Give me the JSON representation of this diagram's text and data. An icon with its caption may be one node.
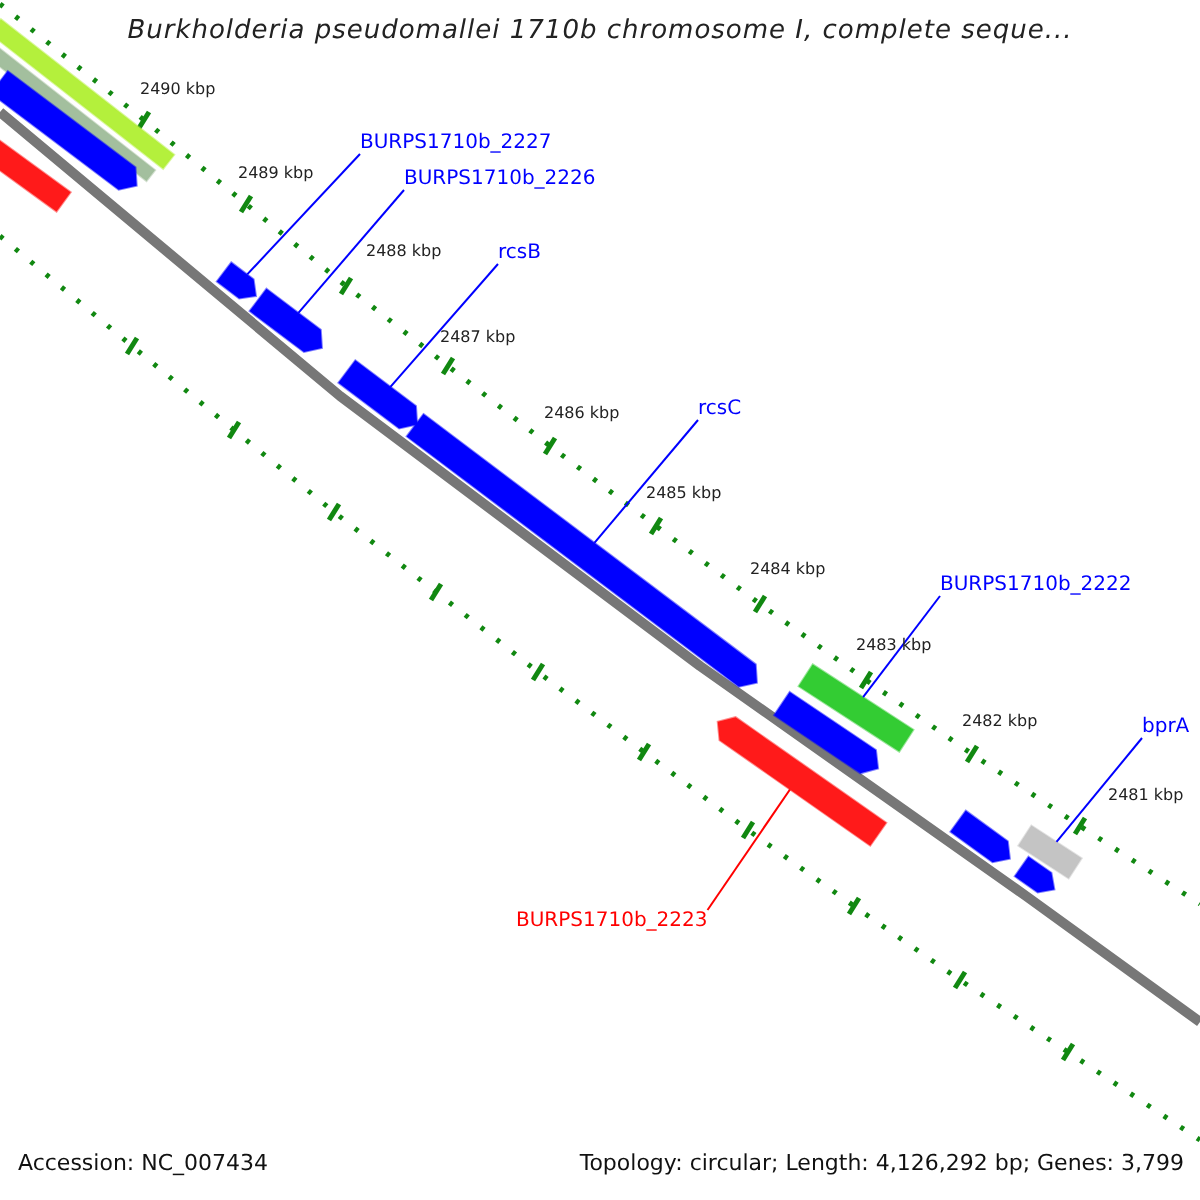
{
  "diagram": {
    "title": "Burkholderia pseudomallei 1710b chromosome I, complete seque...",
    "nodes": [
      {
        "text": [
          "BURPS1710b_2227"
        ]
      },
      {
        "text": [
          "BURPS1710b_2226"
        ]
      },
      {
        "text": [
          "rcsB"
        ]
      },
      {
        "text": [
          "rcsC"
        ]
      },
      {
        "text": [
          "BURPS1710b_2222"
        ]
      },
      {
        "text": [
          "bprA"
        ]
      },
      {
        "text": [
          "BURPS1710b_2223"
        ]
      },
      {
        "text": [],
        "shape": "bar"
      },
      {
        "text": [],
        "shape": "bar"
      },
      {
        "text": [],
        "shape": "pentagon"
      },
      {
        "text": [],
        "shape": "bar"
      },
      {
        "text": [],
        "shape": "pentagon"
      },
      {
        "text": [],
        "shape": "pentagon"
      },
      {
        "text": [],
        "shape": "pentagon"
      },
      {
        "text": [],
        "shape": "pentagon"
      },
      {
        "text": [],
        "shape": "bar"
      },
      {
        "text": [],
        "shape": "pentagon"
      },
      {
        "text": [],
        "shape": "pentagon"
      },
      {
        "text": [],
        "shape": "pentagon"
      },
      {
        "text": [],
        "shape": "bar"
      },
      {
        "text": [],
        "shape": "pentagon"
      }
    ],
    "edges": [
      {
        "from": 0,
        "to": 11,
        "arrow": "none"
      },
      {
        "from": 1,
        "to": 12,
        "arrow": "none"
      },
      {
        "from": 2,
        "to": 13,
        "arrow": "none"
      },
      {
        "from": 3,
        "to": 14,
        "arrow": "none"
      },
      {
        "from": 4,
        "to": 15,
        "arrow": "none"
      },
      {
        "from": 5,
        "to": 19,
        "arrow": "none"
      },
      {
        "from": 6,
        "to": 17,
        "arrow": "none",
        "color": "#ff0000"
      }
    ],
    "labels": [
      "2490 kbp",
      "2489 kbp",
      "2488 kbp",
      "2487 kbp",
      "2486 kbp",
      "2485 kbp",
      "2484 kbp",
      "2483 kbp",
      "2482 kbp",
      "2481 kbp",
      "Accession: NC_007434",
      "Topology: circular; Length: 4,126,292 bp; Genes: 3,799"
    ]
  }
}
